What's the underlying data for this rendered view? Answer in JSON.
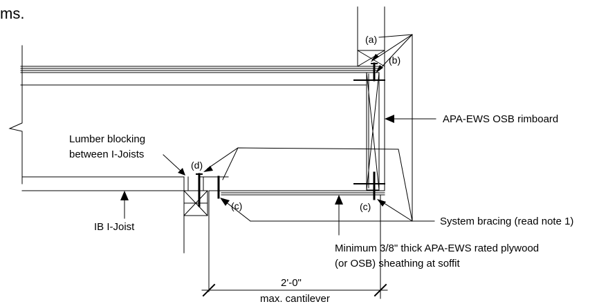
{
  "header": {
    "fragment": "ms."
  },
  "callouts": {
    "a": "(a)",
    "b": "(b)",
    "c_left": "(c)",
    "c_right": "(c)",
    "d": "(d)"
  },
  "labels": {
    "rimboard": "APA-EWS OSB rimboard",
    "blocking_line1": "Lumber blocking",
    "blocking_line2": "between I-Joists",
    "ijoist": "IB I-Joist",
    "bracing": "System bracing (read note 1)",
    "sheathing_line1": "Minimum 3/8\" thick APA-EWS rated plywood",
    "sheathing_line2": "(or OSB) sheathing at soffit"
  },
  "dimension": {
    "value": "2'-0\"",
    "note": "max. cantilever"
  }
}
